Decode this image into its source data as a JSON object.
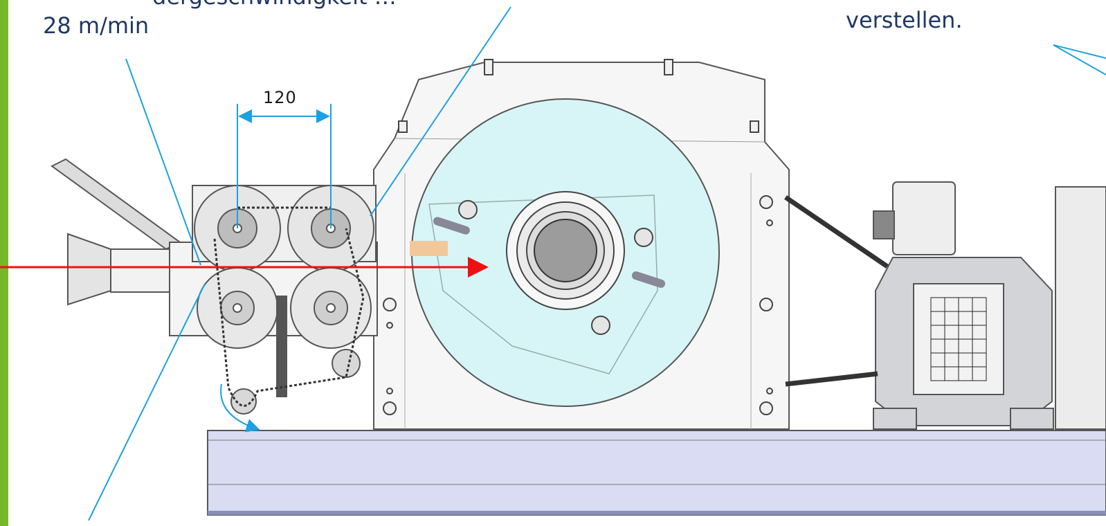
{
  "labels": {
    "feed_speed": "28 m/min",
    "adjust": "verstellen.",
    "dimension": "120",
    "cropped_top": "dergeschwindigkeit …"
  },
  "colors": {
    "accent_green": "#76b82a",
    "callout_blue": "#1ba1e2",
    "feed_arrow_red": "#ee1111",
    "text_navy": "#1f3864",
    "rail_fill": "#d9dcf2",
    "disc_fill": "#d7f5f7"
  }
}
